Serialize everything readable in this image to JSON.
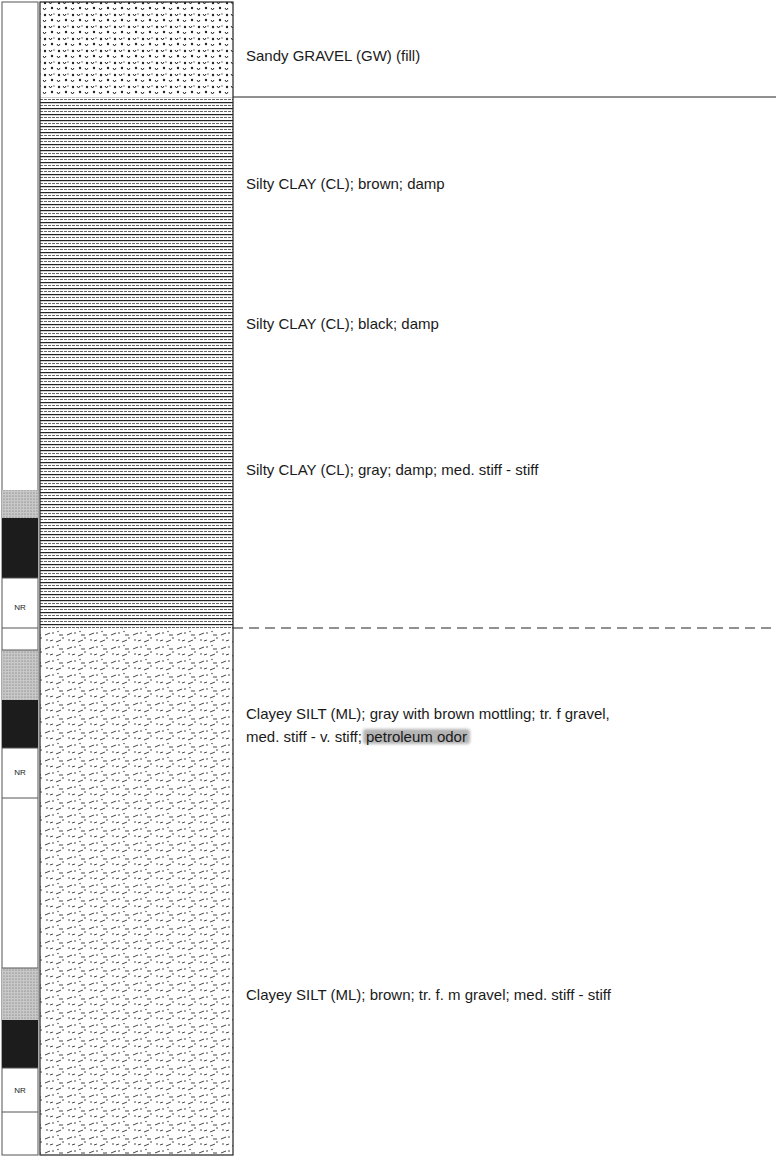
{
  "diagram": {
    "labels": [
      "Sandy GRAVEL (GW) (fill)",
      "Silty CLAY (CL); brown; damp",
      "Silty CLAY (CL); black; damp",
      "Silty CLAY (CL); gray; damp; med. stiff - stiff",
      "NR",
      "Clayey SILT (ML); gray with brown mottling; tr. f gravel, med. stiff - v. stiff; petroleum odor",
      "NR",
      "Clayey SILT (ML); brown; tr. f. m gravel; med. stiff - stiff",
      "NR"
    ]
  }
}
